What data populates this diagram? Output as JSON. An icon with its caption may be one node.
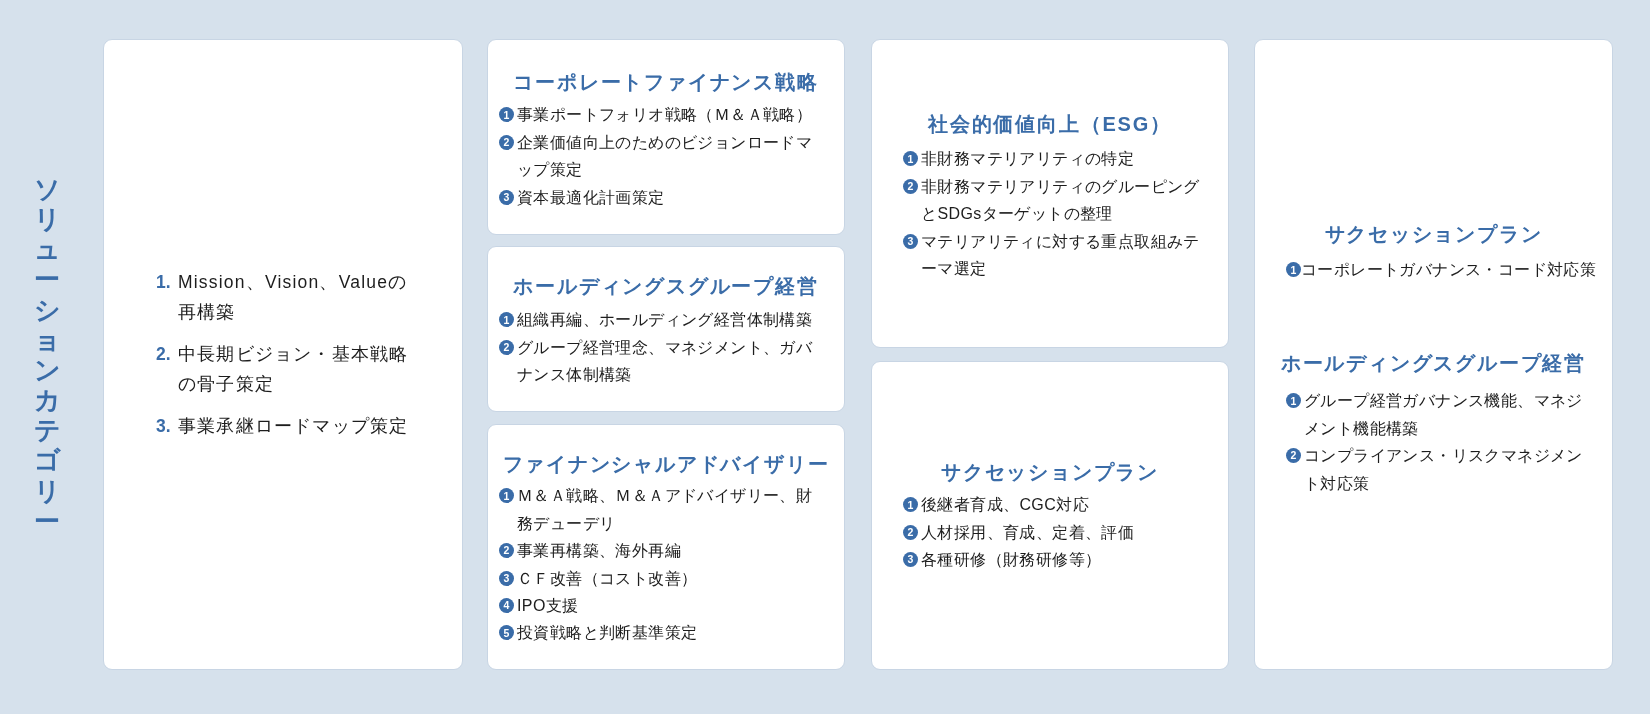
{
  "diagram": {
    "nodes": [
      {
        "text": [
          "1.",
          "Mission、Vision、Valueの再構築",
          "2.",
          "中長期ビジョン・基本戦略の骨子策定",
          "3.",
          "事業承継ロードマップ策定"
        ]
      },
      {
        "text": [
          "コーポレートファイナンス戦略",
          "1",
          "事業ポートフォリオ戦略（Ｍ＆Ａ戦略）",
          "2",
          "企業価値向上のためのビジョンロードマップ策定",
          "3",
          "資本最適化計画策定"
        ]
      },
      {
        "text": [
          "ホールディングスグループ経営",
          "1",
          "組織再編、ホールディング経営体制構築",
          "2",
          "グループ経営理念、マネジメント、ガバナンス体制構築"
        ]
      },
      {
        "text": [
          "ファイナンシャルアドバイザリー",
          "1",
          "Ｍ＆Ａ戦略、Ｍ＆Ａアドバイザリー、財務デューデリ",
          "2",
          "事業再構築、海外再編",
          "3",
          "ＣＦ改善（コスト改善）",
          "4",
          "IPO支援",
          "5",
          "投資戦略と判断基準策定"
        ]
      },
      {
        "text": [
          "社会的価値向上（ESG）",
          "1",
          "非財務マテリアリティの特定",
          "2",
          "非財務マテリアリティのグルーピングとSDGsターゲットの整理",
          "3",
          "マテリアリティに対する重点取組みテーマ選定"
        ]
      },
      {
        "text": [
          "サクセッションプラン",
          "1",
          "後継者育成、CGC対応",
          "2",
          "人材採用、育成、定着、評価",
          "3",
          "各種研修（財務研修等）"
        ]
      },
      {
        "text": [
          "サクセッションプラン",
          "1",
          "コーポレートガバナンス・コード対応策",
          "ホールディングスグループ経営",
          "1",
          "グループ経営ガバナンス機能、マネジメント機能構築",
          "2",
          "コンプライアンス・リスクマネジメント対応策"
        ]
      }
    ],
    "labels": [
      "ソリューションカテゴリー"
    ]
  }
}
